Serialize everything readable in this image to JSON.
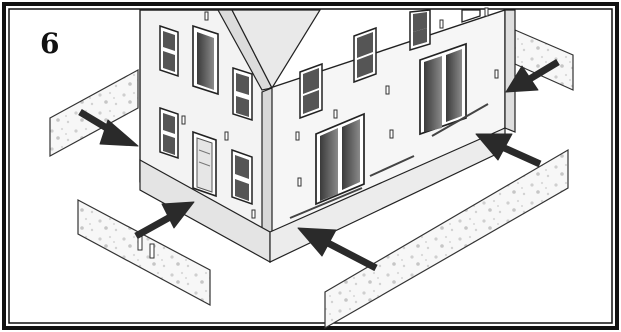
{
  "step": {
    "number": "6"
  },
  "colors": {
    "border": "#111111",
    "wall": "#f4f4f4",
    "wall_shade": "#e7e7e7",
    "window_dark": "#555555",
    "window_frame": "#9a9a9a",
    "arrow": "#2a2a2a",
    "strip": "#f7f7f7",
    "strip_pattern": "#c8c8c8"
  },
  "illustration": {
    "subject": "house-model-base-strips",
    "arrows_count": 5,
    "strips_count": 4
  }
}
